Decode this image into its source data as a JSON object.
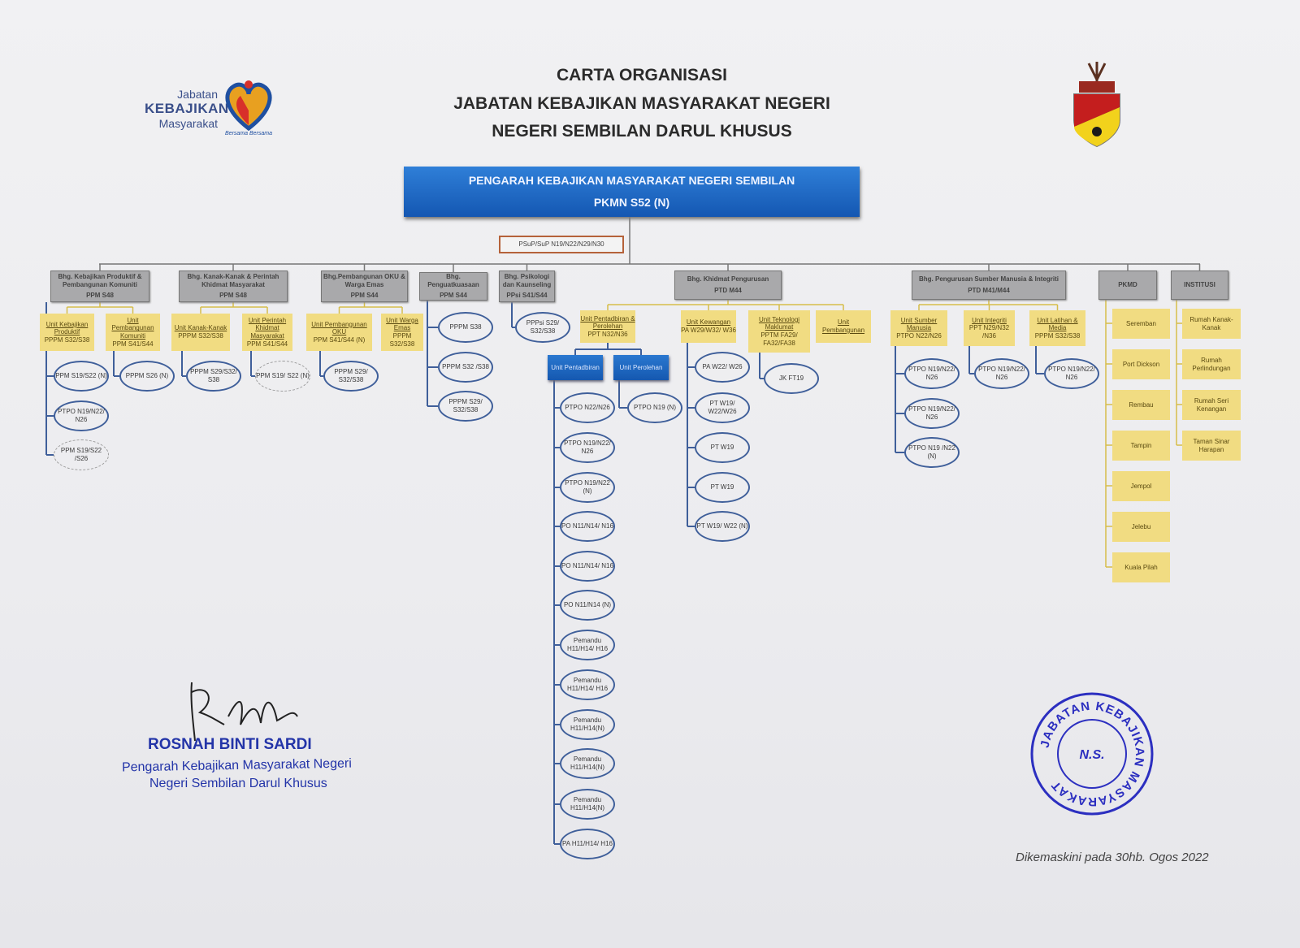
{
  "header": {
    "title_lines": [
      "CARTA ORGANISASI",
      "JABATAN KEBAJIKAN MASYARAKAT NEGERI",
      "NEGERI SEMBILAN DARUL KHUSUS"
    ],
    "logo_text": [
      "Jabatan",
      "KEBAJIKAN",
      "Masyarakat"
    ],
    "logo_tagline": "Bersama Bersama"
  },
  "head": {
    "title": "PENGARAH KEBAJIKAN MASYARAKAT NEGERI SEMBILAN",
    "grade": "PKMN S52 (N)"
  },
  "psup": "PSuP/SuP N19/N22/N29/N30",
  "nodes": {
    "d1": [
      "Bhg. Kebajikan Produktif & Pembangunan Komuniti",
      "PPM S48"
    ],
    "d2": [
      "Bhg. Kanak-Kanak & Perintah Khidmat Masyarakat",
      "PPM S48"
    ],
    "d3": [
      "Bhg.Pembangunan OKU & Warga Emas",
      "PPM S44"
    ],
    "d4": [
      "Bhg. Penguatkuasaan",
      "PPM S44"
    ],
    "d5": [
      "Bhg. Psikologi dan Kaunseling",
      "PPsi S41/S44"
    ],
    "d6": [
      "Bhg. Khidmat Pengurusan",
      "PTD M44"
    ],
    "d7": [
      "Bhg. Pengurusan Sumber Manusia & Integriti",
      "PTD M41/M44"
    ],
    "d8": [
      "PKMD"
    ],
    "d9": [
      "INSTITUSI"
    ],
    "u1a": [
      "Unit Kebajikan Produktif",
      "PPPM S32/S38"
    ],
    "u1b": [
      "Unit Pembangunan Komuniti",
      "PPM S41/S44"
    ],
    "u2a": [
      "Unit Kanak-Kanak",
      "PPPM S32/S38"
    ],
    "u2b": [
      "Unit Perintah Khidmat Masyarakat",
      "PPM S41/S44"
    ],
    "u3a": [
      "Unit Pembangunan OKU",
      "PPM S41/S44 (N)"
    ],
    "u3b": [
      "Unit Warga Emas",
      "PPPM S32/S38"
    ],
    "u6a": [
      "Unit Pentadbiran & Perolehan",
      "PPT N32/N36"
    ],
    "u6b": [
      "Unit Kewangan",
      "PA W29/W32/ W36"
    ],
    "u6c": [
      "Unit Teknologi Maklumat",
      "PPTM FA29/ FA32/FA38"
    ],
    "u6d": [
      "Unit Pembangunan"
    ],
    "u7a": [
      "Unit Sumber Manusia",
      "PTPO N22/N26"
    ],
    "u7b": [
      "Unit Integriti",
      "PPT N29/N32 /N36"
    ],
    "u7c": [
      "Unit Latihan & Media",
      "PPPM S32/S38"
    ],
    "b1": [
      "Unit Pentadbiran"
    ],
    "b2": [
      "Unit Perolehan"
    ],
    "k1": [
      "Seremban"
    ],
    "k2": [
      "Port Dickson"
    ],
    "k3": [
      "Rembau"
    ],
    "k4": [
      "Tampin"
    ],
    "k5": [
      "Jempol"
    ],
    "k6": [
      "Jelebu"
    ],
    "k7": [
      "Kuala Pilah"
    ],
    "i1": [
      "Rumah Kanak-Kanak"
    ],
    "i2": [
      "Rumah Perlindungan"
    ],
    "i3": [
      "Rumah Seri Kenangan"
    ],
    "i4": [
      "Taman Sinar Harapan"
    ]
  },
  "posts": {
    "d1": [
      "PPM S19/S22 (N)",
      "PTPO N19/N22/ N26",
      "PPM S19/S22 /S26"
    ],
    "u1b": [
      "PPPM S26 (N)"
    ],
    "u2a": [
      "PPPM S29/S32/ S38"
    ],
    "u2b": [
      "PPM S19/ S22 (N)"
    ],
    "u3a": [
      "PPPM S29/ S32/S38"
    ],
    "d4": [
      "PPPM S38",
      "PPPM S32 /S38",
      "PPPM S29/ S32/S38"
    ],
    "d5": [
      "PPPsi S29/ S32/S38"
    ],
    "b1": [
      "PTPO N22/N26",
      "PTPO N19/N22/ N26",
      "PTPO N19/N22 (N)",
      "PO N11/N14/ N16",
      "PO N11/N14/ N16",
      "PO N11/N14 (N)",
      "Pemandu H11/H14/ H16",
      "Pemandu H11/H14/ H16",
      "Pemandu H11/H14(N)",
      "Pemandu H11/H14(N)",
      "Pemandu H11/H14(N)",
      "PA H11/H14/ H16"
    ],
    "b2": [
      "PTPO N19 (N)"
    ],
    "u6b": [
      "PA W22/ W26",
      "PT W19/ W22/W26",
      "PT W19",
      "PT W19",
      "PT W19/ W22 (N)"
    ],
    "u6c": [
      "JK FT19"
    ],
    "u7a": [
      "PTPO N19/N22/ N26",
      "PTPO N19/N22/ N26",
      "PTPO N19 /N22 (N)"
    ],
    "u7b": [
      "PTPO N19/N22/ N26"
    ],
    "u7c": [
      "PTPO N19/N22/ N26"
    ]
  },
  "signature": {
    "name": "ROSNAH BINTI SARDI",
    "title_lines": [
      "Pengarah Kebajikan Masyarakat Negeri",
      "Negeri Sembilan Darul Khusus"
    ]
  },
  "stamp": {
    "ring": "JABATAN KEBAJIKAN MASYARAKAT",
    "center": "N.S."
  },
  "footer": "Dikemaskini pada 30hb. Ogos 2022"
}
